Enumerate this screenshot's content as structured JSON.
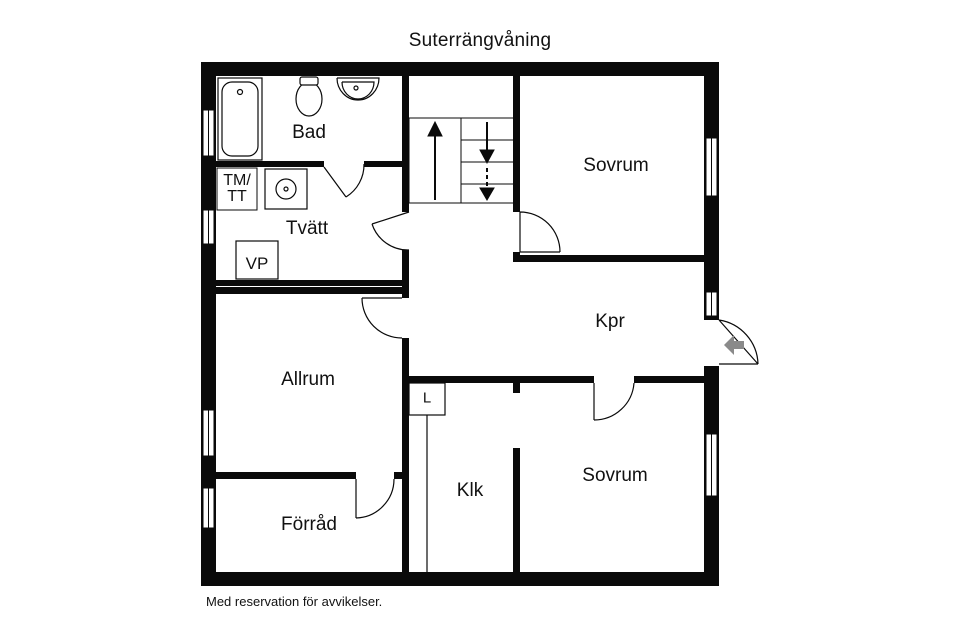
{
  "plan": {
    "title": "Suterrängvåning",
    "disclaimer": "Med reservation för avvikelser.",
    "rooms": {
      "bad": "Bad",
      "tvatt": "Tvätt",
      "sovrum_top": "Sovrum",
      "kpr": "Kpr",
      "allrum": "Allrum",
      "klk": "Klk",
      "sovrum_bottom": "Sovrum",
      "forrad": "Förråd"
    },
    "fixtures": {
      "tm_tt_line1": "TM/",
      "tm_tt_line2": "TT",
      "vp": "VP",
      "l": "L"
    },
    "colors": {
      "wall": "#0a0a0a",
      "background": "#ffffff",
      "entrance_arrow": "#8a8a8a"
    },
    "icons": [
      "bathtub-icon",
      "toilet-icon",
      "sink-icon",
      "stairs-arrow-icon",
      "entrance-arrow-icon"
    ]
  }
}
